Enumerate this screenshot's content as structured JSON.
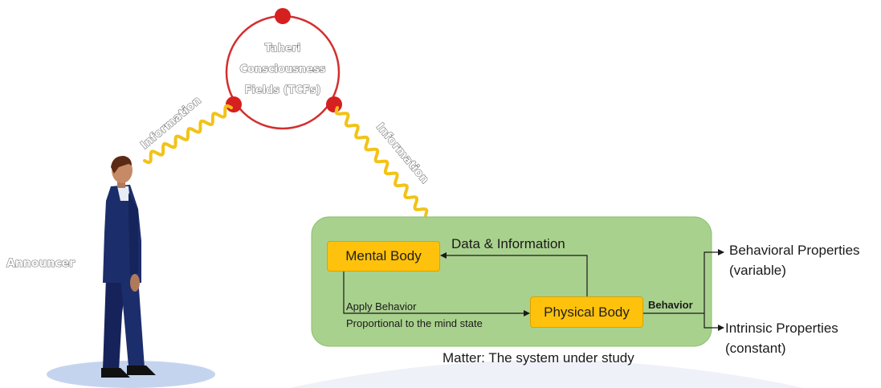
{
  "tcf_circle": {
    "label_lines": [
      "Taheri",
      "Consciousness",
      "Fields (TCFs)"
    ]
  },
  "waves": {
    "left_label": "Information",
    "right_label": "Information"
  },
  "announcer": {
    "label": "Announcer"
  },
  "system": {
    "mental_body": "Mental Body",
    "physical_body": "Physical Body",
    "data_info": "Data & Information",
    "apply_behavior_line1": "Apply Behavior",
    "apply_behavior_line2": "Proportional to the mind state",
    "behavior": "Behavior",
    "caption": "Matter: The system under study"
  },
  "outputs": {
    "behavioral_line1": "Behavioral Properties",
    "behavioral_line2": "(variable)",
    "intrinsic_line1": "Intrinsic Properties",
    "intrinsic_line2": "(constant)"
  },
  "colors": {
    "circle_stroke": "#d32f2f",
    "node_fill": "#d61f1f",
    "wave": "#f2c318",
    "system_fill": "#a9d18e",
    "box_fill": "#fec20c",
    "suit": "#1c2d6b"
  }
}
